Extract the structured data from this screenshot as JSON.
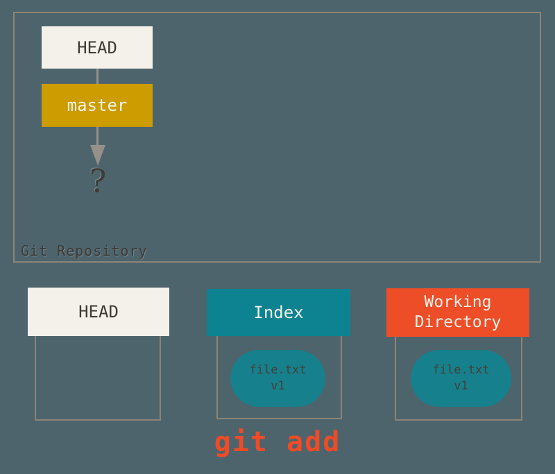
{
  "colors": {
    "background": "#4d646d",
    "box-border": "#8c8476",
    "cream": "#f3f1ea",
    "gold": "#cc9c00",
    "teal": "#0d8391",
    "teal-dark": "#16808c",
    "red": "#ee4e27",
    "dark-text": "#3e3a34",
    "light-text": "#f3f1e8",
    "blob-text": "#453f38",
    "arrow": "#95908a",
    "git-add-red": "#f04b26"
  },
  "repository": {
    "label": "Git Repository",
    "head_label": "HEAD",
    "branch_label": "master",
    "unknown_commit": "?"
  },
  "areas": {
    "head": {
      "label": "HEAD"
    },
    "index": {
      "label": "Index",
      "file": "file.txt\nv1"
    },
    "working_directory": {
      "label": "Working\nDirectory",
      "file": "file.txt\nv1"
    }
  },
  "command": {
    "label": "git add"
  }
}
